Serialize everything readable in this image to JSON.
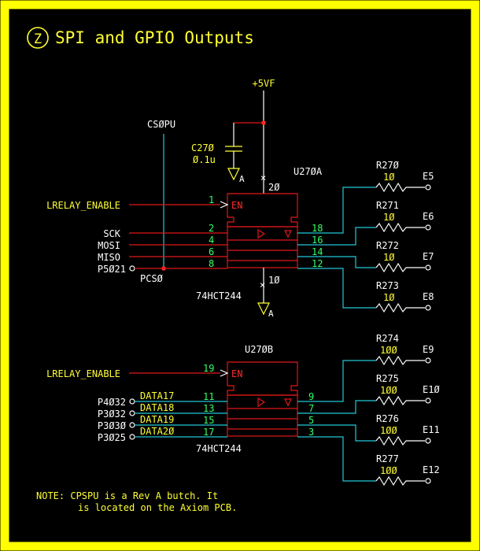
{
  "title": "SPI and GPIO Outputs",
  "title_badge": "Z",
  "power": {
    "net": "+5VF",
    "cap_ref": "C27Ø",
    "cap_value": "Ø.1u",
    "ground_label": "A"
  },
  "cs_net": "CSØPU",
  "u1": {
    "ref": "U27ØA",
    "part": "74HCT244",
    "en_label": "EN",
    "en_pin": "1",
    "vcc_pin": "2Ø",
    "gnd_pin": "1Ø",
    "inputs": [
      {
        "net": "LRELAY_ENABLE"
      },
      {
        "net": "SCK",
        "pin": "2"
      },
      {
        "net": "MOSI",
        "pin": "4"
      },
      {
        "net": "MISO",
        "pin": "6"
      },
      {
        "net": "P5Ø21",
        "pin": "8"
      }
    ],
    "junction_net": "PCSØ",
    "outputs": [
      {
        "pin": "18",
        "res_ref": "R27Ø",
        "res_value": "1Ø",
        "terminal": "E5"
      },
      {
        "pin": "16",
        "res_ref": "R271",
        "res_value": "1Ø",
        "terminal": "E6"
      },
      {
        "pin": "14",
        "res_ref": "R272",
        "res_value": "1Ø",
        "terminal": "E7"
      },
      {
        "pin": "12",
        "res_ref": "R273",
        "res_value": "1Ø",
        "terminal": "E8"
      }
    ]
  },
  "u2": {
    "ref": "U27ØB",
    "part": "74HCT244",
    "en_label": "EN",
    "en_pin": "19",
    "en_net": "LRELAY_ENABLE",
    "inputs": [
      {
        "port": "P4Ø32",
        "net": "DATA17",
        "pin": "11"
      },
      {
        "port": "P3Ø32",
        "net": "DATA18",
        "pin": "13"
      },
      {
        "port": "P3Ø3Ø",
        "net": "DATA19",
        "pin": "15"
      },
      {
        "port": "P3Ø25",
        "net": "DATA2Ø",
        "pin": "17"
      }
    ],
    "outputs": [
      {
        "pin": "9",
        "res_ref": "R274",
        "res_value": "1ØØ",
        "terminal": "E9"
      },
      {
        "pin": "7",
        "res_ref": "R275",
        "res_value": "1ØØ",
        "terminal": "E1Ø"
      },
      {
        "pin": "5",
        "res_ref": "R276",
        "res_value": "1ØØ",
        "terminal": "E11"
      },
      {
        "pin": "3",
        "res_ref": "R277",
        "res_value": "1ØØ",
        "terminal": "E12"
      }
    ]
  },
  "note": {
    "line1": "NOTE: CPSPU is a Rev A butch. It",
    "line2": "is located on the Axiom PCB."
  },
  "colors": {
    "border": "#ffff00",
    "background": "#000000",
    "wire_red": "#e01818",
    "wire_cyan": "#22c8d8",
    "text_yellow": "#ffff33",
    "text_green": "#33ff66"
  }
}
